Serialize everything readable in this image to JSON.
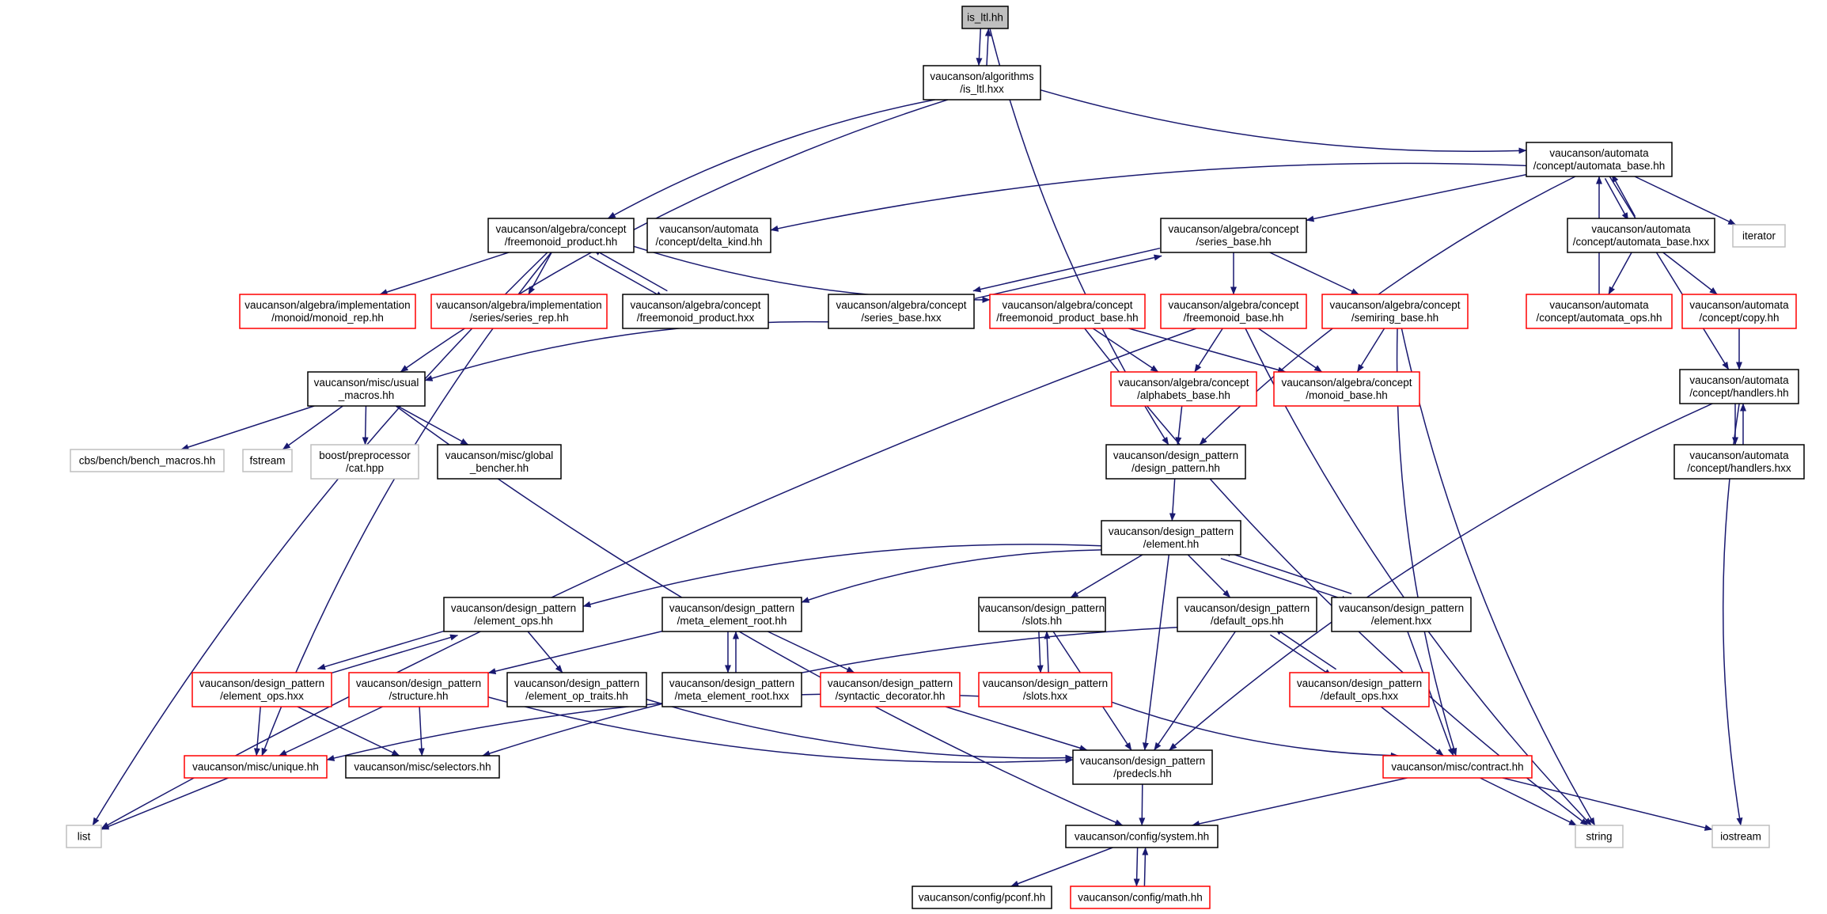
{
  "colors": {
    "edge": "#191970",
    "node_border_default": "#000000",
    "node_border_red": "#ff0000",
    "node_border_grey": "#bfbfbf",
    "node_fill_root": "#bfbfbf",
    "node_fill": "#ffffff"
  },
  "nodes": [
    {
      "id": "is_ltl_hh",
      "lines": [
        "is_ltl.hh"
      ],
      "style": "root"
    },
    {
      "id": "alg_is_ltl_hxx",
      "lines": [
        "vaucanson/algorithms",
        "/is_ltl.hxx"
      ],
      "style": "default"
    },
    {
      "id": "automata_base_hh",
      "lines": [
        "vaucanson/automata",
        "/concept/automata_base.hh"
      ],
      "style": "default"
    },
    {
      "id": "freemonoid_product_hh",
      "lines": [
        "vaucanson/algebra/concept",
        "/freemonoid_product.hh"
      ],
      "style": "default"
    },
    {
      "id": "delta_kind_hh",
      "lines": [
        "vaucanson/automata",
        "/concept/delta_kind.hh"
      ],
      "style": "default"
    },
    {
      "id": "series_base_hh",
      "lines": [
        "vaucanson/algebra/concept",
        "/series_base.hh"
      ],
      "style": "default"
    },
    {
      "id": "automata_base_hxx",
      "lines": [
        "vaucanson/automata",
        "/concept/automata_base.hxx"
      ],
      "style": "default"
    },
    {
      "id": "iterator",
      "lines": [
        "iterator"
      ],
      "style": "grey"
    },
    {
      "id": "monoid_rep_hh",
      "lines": [
        "vaucanson/algebra/implementation",
        "/monoid/monoid_rep.hh"
      ],
      "style": "red"
    },
    {
      "id": "series_rep_hh",
      "lines": [
        "vaucanson/algebra/implementation",
        "/series/series_rep.hh"
      ],
      "style": "red"
    },
    {
      "id": "freemonoid_product_hxx",
      "lines": [
        "vaucanson/algebra/concept",
        "/freemonoid_product.hxx"
      ],
      "style": "default"
    },
    {
      "id": "series_base_hxx",
      "lines": [
        "vaucanson/algebra/concept",
        "/series_base.hxx"
      ],
      "style": "default"
    },
    {
      "id": "freemonoid_product_base_hh",
      "lines": [
        "vaucanson/algebra/concept",
        "/freemonoid_product_base.hh"
      ],
      "style": "red"
    },
    {
      "id": "freemonoid_base_hh",
      "lines": [
        "vaucanson/algebra/concept",
        "/freemonoid_base.hh"
      ],
      "style": "red"
    },
    {
      "id": "semiring_base_hh",
      "lines": [
        "vaucanson/algebra/concept",
        "/semiring_base.hh"
      ],
      "style": "red"
    },
    {
      "id": "automata_ops_hh",
      "lines": [
        "vaucanson/automata",
        "/concept/automata_ops.hh"
      ],
      "style": "red"
    },
    {
      "id": "copy_hh",
      "lines": [
        "vaucanson/automata",
        "/concept/copy.hh"
      ],
      "style": "red"
    },
    {
      "id": "usual_macros_hh",
      "lines": [
        "vaucanson/misc/usual",
        "_macros.hh"
      ],
      "style": "default"
    },
    {
      "id": "alphabets_base_hh",
      "lines": [
        "vaucanson/algebra/concept",
        "/alphabets_base.hh"
      ],
      "style": "red"
    },
    {
      "id": "monoid_base_hh",
      "lines": [
        "vaucanson/algebra/concept",
        "/monoid_base.hh"
      ],
      "style": "red"
    },
    {
      "id": "handlers_hh",
      "lines": [
        "vaucanson/automata",
        "/concept/handlers.hh"
      ],
      "style": "default"
    },
    {
      "id": "bench_macros_hh",
      "lines": [
        "cbs/bench/bench_macros.hh"
      ],
      "style": "grey"
    },
    {
      "id": "fstream",
      "lines": [
        "fstream"
      ],
      "style": "grey"
    },
    {
      "id": "boost_cat_hpp",
      "lines": [
        "boost/preprocessor",
        "/cat.hpp"
      ],
      "style": "grey"
    },
    {
      "id": "global_bencher_hh",
      "lines": [
        "vaucanson/misc/global",
        "_bencher.hh"
      ],
      "style": "default"
    },
    {
      "id": "design_pattern_hh",
      "lines": [
        "vaucanson/design_pattern",
        "/design_pattern.hh"
      ],
      "style": "default"
    },
    {
      "id": "handlers_hxx",
      "lines": [
        "vaucanson/automata",
        "/concept/handlers.hxx"
      ],
      "style": "default"
    },
    {
      "id": "element_hh",
      "lines": [
        "vaucanson/design_pattern",
        "/element.hh"
      ],
      "style": "default"
    },
    {
      "id": "element_ops_hh",
      "lines": [
        "vaucanson/design_pattern",
        "/element_ops.hh"
      ],
      "style": "default"
    },
    {
      "id": "meta_element_root_hh",
      "lines": [
        "vaucanson/design_pattern",
        "/meta_element_root.hh"
      ],
      "style": "default"
    },
    {
      "id": "slots_hh",
      "lines": [
        "vaucanson/design_pattern",
        "/slots.hh"
      ],
      "style": "default"
    },
    {
      "id": "default_ops_hh",
      "lines": [
        "vaucanson/design_pattern",
        "/default_ops.hh"
      ],
      "style": "default"
    },
    {
      "id": "element_hxx",
      "lines": [
        "vaucanson/design_pattern",
        "/element.hxx"
      ],
      "style": "default"
    },
    {
      "id": "element_ops_hxx",
      "lines": [
        "vaucanson/design_pattern",
        "/element_ops.hxx"
      ],
      "style": "red"
    },
    {
      "id": "structure_hh",
      "lines": [
        "vaucanson/design_pattern",
        "/structure.hh"
      ],
      "style": "red"
    },
    {
      "id": "element_op_traits_hh",
      "lines": [
        "vaucanson/design_pattern",
        "/element_op_traits.hh"
      ],
      "style": "default"
    },
    {
      "id": "meta_element_root_hxx",
      "lines": [
        "vaucanson/design_pattern",
        "/meta_element_root.hxx"
      ],
      "style": "default"
    },
    {
      "id": "syntactic_decorator_hh",
      "lines": [
        "vaucanson/design_pattern",
        "/syntactic_decorator.hh"
      ],
      "style": "red"
    },
    {
      "id": "slots_hxx",
      "lines": [
        "vaucanson/design_pattern",
        "/slots.hxx"
      ],
      "style": "red"
    },
    {
      "id": "default_ops_hxx",
      "lines": [
        "vaucanson/design_pattern",
        "/default_ops.hxx"
      ],
      "style": "red"
    },
    {
      "id": "unique_hh",
      "lines": [
        "vaucanson/misc/unique.hh"
      ],
      "style": "red"
    },
    {
      "id": "selectors_hh",
      "lines": [
        "vaucanson/misc/selectors.hh"
      ],
      "style": "default"
    },
    {
      "id": "predecls_hh",
      "lines": [
        "vaucanson/design_pattern",
        "/predecls.hh"
      ],
      "style": "default"
    },
    {
      "id": "contract_hh",
      "lines": [
        "vaucanson/misc/contract.hh"
      ],
      "style": "red"
    },
    {
      "id": "list",
      "lines": [
        "list"
      ],
      "style": "grey"
    },
    {
      "id": "system_hh",
      "lines": [
        "vaucanson/config/system.hh"
      ],
      "style": "default"
    },
    {
      "id": "string",
      "lines": [
        "string"
      ],
      "style": "grey"
    },
    {
      "id": "iostream",
      "lines": [
        "iostream"
      ],
      "style": "grey"
    },
    {
      "id": "pconf_hh",
      "lines": [
        "vaucanson/config/pconf.hh"
      ],
      "style": "default"
    },
    {
      "id": "math_hh",
      "lines": [
        "vaucanson/config/math.hh"
      ],
      "style": "red"
    }
  ],
  "edges": [
    [
      "is_ltl_hh",
      "alg_is_ltl_hxx"
    ],
    [
      "alg_is_ltl_hxx",
      "is_ltl_hh"
    ],
    [
      "is_ltl_hh",
      "design_pattern_hh"
    ],
    [
      "alg_is_ltl_hxx",
      "automata_base_hh"
    ],
    [
      "alg_is_ltl_hxx",
      "freemonoid_product_hh"
    ],
    [
      "alg_is_ltl_hxx",
      "usual_macros_hh"
    ],
    [
      "automata_base_hh",
      "delta_kind_hh"
    ],
    [
      "automata_base_hh",
      "series_base_hh"
    ],
    [
      "automata_base_hh",
      "automata_base_hxx"
    ],
    [
      "automata_base_hxx",
      "automata_base_hh"
    ],
    [
      "automata_base_hh",
      "iterator"
    ],
    [
      "automata_base_hh",
      "handlers_hh"
    ],
    [
      "automata_base_hh",
      "design_pattern_hh"
    ],
    [
      "automata_base_hxx",
      "automata_ops_hh"
    ],
    [
      "automata_base_hxx",
      "copy_hh"
    ],
    [
      "automata_ops_hh",
      "automata_base_hh"
    ],
    [
      "copy_hh",
      "handlers_hh"
    ],
    [
      "freemonoid_product_hh",
      "monoid_rep_hh"
    ],
    [
      "freemonoid_product_hh",
      "series_rep_hh"
    ],
    [
      "freemonoid_product_hh",
      "freemonoid_product_hxx"
    ],
    [
      "freemonoid_product_hxx",
      "freemonoid_product_hh"
    ],
    [
      "freemonoid_product_hh",
      "freemonoid_product_base_hh"
    ],
    [
      "freemonoid_product_hh",
      "unique_hh"
    ],
    [
      "freemonoid_product_hh",
      "list"
    ],
    [
      "series_base_hh",
      "series_base_hxx"
    ],
    [
      "series_base_hxx",
      "series_base_hh"
    ],
    [
      "series_base_hh",
      "freemonoid_base_hh"
    ],
    [
      "series_base_hh",
      "semiring_base_hh"
    ],
    [
      "series_base_hxx",
      "usual_macros_hh"
    ],
    [
      "freemonoid_product_base_hh",
      "alphabets_base_hh"
    ],
    [
      "freemonoid_product_base_hh",
      "monoid_base_hh"
    ],
    [
      "freemonoid_product_base_hh",
      "string"
    ],
    [
      "freemonoid_base_hh",
      "alphabets_base_hh"
    ],
    [
      "freemonoid_base_hh",
      "monoid_base_hh"
    ],
    [
      "freemonoid_base_hh",
      "list"
    ],
    [
      "freemonoid_base_hh",
      "string"
    ],
    [
      "semiring_base_hh",
      "monoid_base_hh"
    ],
    [
      "semiring_base_hh",
      "contract_hh"
    ],
    [
      "semiring_base_hh",
      "string"
    ],
    [
      "alphabets_base_hh",
      "design_pattern_hh"
    ],
    [
      "usual_macros_hh",
      "bench_macros_hh"
    ],
    [
      "usual_macros_hh",
      "fstream"
    ],
    [
      "usual_macros_hh",
      "boost_cat_hpp"
    ],
    [
      "usual_macros_hh",
      "global_bencher_hh"
    ],
    [
      "usual_macros_hh",
      "system_hh"
    ],
    [
      "handlers_hh",
      "handlers_hxx"
    ],
    [
      "handlers_hxx",
      "handlers_hh"
    ],
    [
      "handlers_hh",
      "predecls_hh"
    ],
    [
      "handlers_hh",
      "iostream"
    ],
    [
      "design_pattern_hh",
      "element_hh"
    ],
    [
      "element_hh",
      "element_ops_hh"
    ],
    [
      "element_hh",
      "meta_element_root_hh"
    ],
    [
      "element_hh",
      "slots_hh"
    ],
    [
      "element_hh",
      "default_ops_hh"
    ],
    [
      "element_hh",
      "element_hxx"
    ],
    [
      "element_hxx",
      "element_hh"
    ],
    [
      "element_hh",
      "predecls_hh"
    ],
    [
      "element_ops_hh",
      "element_ops_hxx"
    ],
    [
      "element_ops_hxx",
      "element_ops_hh"
    ],
    [
      "element_ops_hh",
      "element_op_traits_hh"
    ],
    [
      "element_ops_hxx",
      "unique_hh"
    ],
    [
      "element_ops_hxx",
      "selectors_hh"
    ],
    [
      "meta_element_root_hh",
      "structure_hh"
    ],
    [
      "meta_element_root_hh",
      "meta_element_root_hxx"
    ],
    [
      "meta_element_root_hxx",
      "meta_element_root_hh"
    ],
    [
      "meta_element_root_hh",
      "syntactic_decorator_hh"
    ],
    [
      "structure_hh",
      "unique_hh"
    ],
    [
      "structure_hh",
      "selectors_hh"
    ],
    [
      "structure_hh",
      "predecls_hh"
    ],
    [
      "element_op_traits_hh",
      "predecls_hh"
    ],
    [
      "syntactic_decorator_hh",
      "predecls_hh"
    ],
    [
      "slots_hh",
      "slots_hxx"
    ],
    [
      "slots_hxx",
      "slots_hh"
    ],
    [
      "slots_hh",
      "predecls_hh"
    ],
    [
      "slots_hxx",
      "unique_hh"
    ],
    [
      "slots_hxx",
      "contract_hh"
    ],
    [
      "default_ops_hh",
      "default_ops_hxx"
    ],
    [
      "default_ops_hxx",
      "default_ops_hh"
    ],
    [
      "default_ops_hh",
      "predecls_hh"
    ],
    [
      "default_ops_hh",
      "selectors_hh"
    ],
    [
      "default_ops_hxx",
      "contract_hh"
    ],
    [
      "element_hxx",
      "contract_hh"
    ],
    [
      "unique_hh",
      "list"
    ],
    [
      "predecls_hh",
      "system_hh"
    ],
    [
      "contract_hh",
      "system_hh"
    ],
    [
      "contract_hh",
      "string"
    ],
    [
      "contract_hh",
      "iostream"
    ],
    [
      "system_hh",
      "pconf_hh"
    ],
    [
      "system_hh",
      "math_hh"
    ],
    [
      "math_hh",
      "system_hh"
    ]
  ]
}
